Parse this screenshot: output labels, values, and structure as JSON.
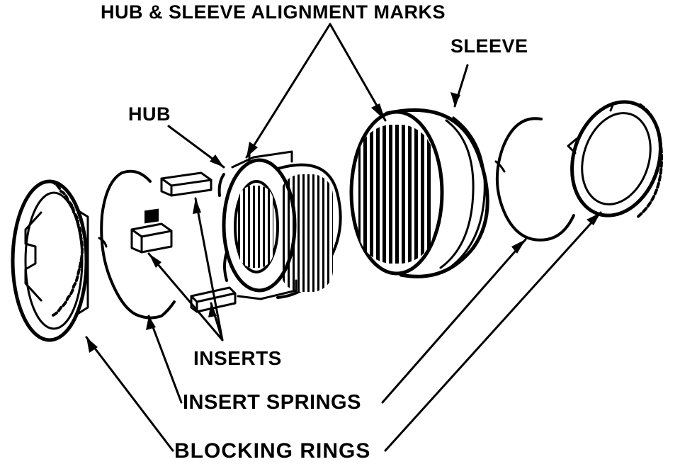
{
  "labels": {
    "alignment_marks": "HUB & SLEEVE ALIGNMENT MARKS",
    "sleeve": "SLEEVE",
    "hub": "HUB",
    "inserts": "INSERTS",
    "insert_springs": "INSERT SPRINGS",
    "blocking_rings": "BLOCKING RINGS"
  },
  "colors": {
    "ink": "#000000",
    "paper": "#ffffff"
  }
}
